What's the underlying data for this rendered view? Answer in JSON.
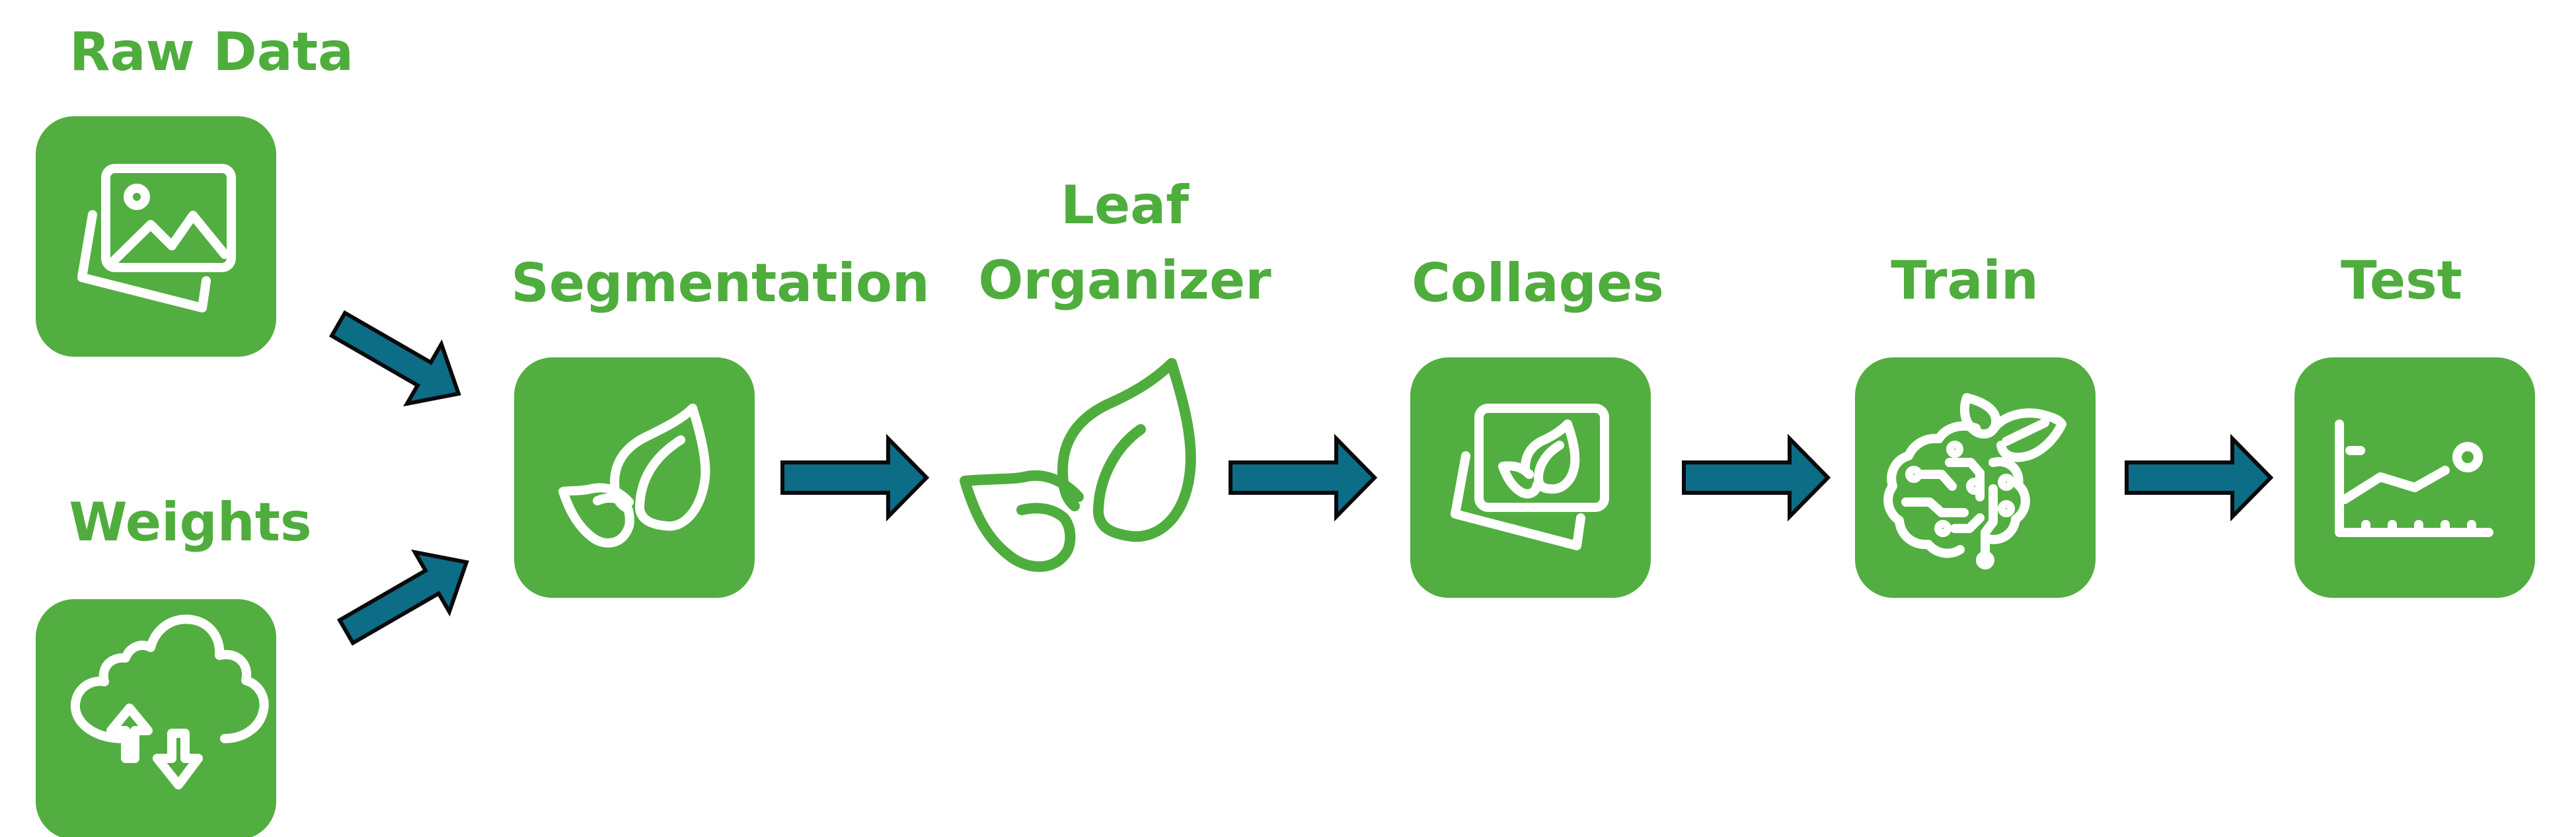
{
  "diagram": {
    "stages": {
      "raw_data": "Raw Data",
      "weights": "Weights",
      "segmentation": "Segmentation",
      "leaf_organizer_line1": "Leaf",
      "leaf_organizer_line2": "Organizer",
      "collages": "Collages",
      "train": "Train",
      "test": "Test"
    },
    "icons": {
      "raw_data": "image-icon",
      "weights": "cloud-sync-icon",
      "segmentation": "leaves-icon",
      "leaf_organizer": "leaves-icon",
      "collages": "image-leaves-icon",
      "train": "brain-leaf-icon",
      "test": "line-chart-icon"
    },
    "colors": {
      "label_green": "#4fad3d",
      "box_green": "#52ae40",
      "arrow_teal": "#0d6c86"
    }
  }
}
